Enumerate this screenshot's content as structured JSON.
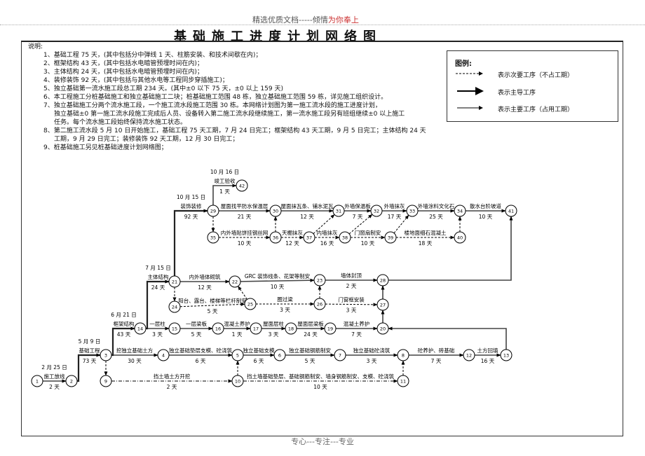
{
  "header": {
    "note_left": "精选优质文档-----倾情",
    "note_right": "为你奉上",
    "title": "基础施工进度计划网络图"
  },
  "notes": {
    "heading": "说明:",
    "lines": [
      "1、基础工程 75 天，(其中包括分中弹线 1 天、柱筋安装、和技术间歇在内)；",
      "2、框架结构 43 天，(其中包括水电暗管预埋时间在内)；",
      "3、主体结构 24 天，(其中包括水电暗管预埋时间在内)；",
      "4、装修装饰 92 天，(其中包括与其他水电等工程同步穿插施工)；",
      "5、独立基础第一流水施工段总工期 234 天。(其中±0 以下 75 天，±0 以上 159 天)",
      "6、本工程施工分桩基础施工和独立基础施工二块；桩基础施工范围 48 栋，独立基础施工范围 59 栋，详见施工组织设计。",
      "7、独立基础施工分两个流水施工段，一个施工流水段施工范围 30 栋。本网络计划图为第一施工流水段的施工进度计划，",
      "独立基础±0 第一施工流水段施工完成后人员、设备转入第二施工流水段继续施工，第一流水施工段另有班组继续±0 以上施工",
      "任务。每个流水施工段始终保持流水施工状态。",
      "8、第二施工流水段 5 月 10 日开始施工，基础工程 75 天工期，7 月 24 日完工；框架结构 43 天工期，9 月 5 日完工；主体结构 24 天",
      "工期，9 月 29 日完工；装修装饰 92 天工期，12 月 30 日完工；",
      "9、桩基础施工另见桩基础进度计划网络图；"
    ]
  },
  "legend": {
    "title": "图例:",
    "items": [
      {
        "style": "dummy",
        "label": "表示次要工序（不占工期）"
      },
      {
        "style": "main",
        "label": "表示主导工序"
      },
      {
        "style": "work",
        "label": "表示主要工序（占用工期）"
      }
    ]
  },
  "diagram": {
    "nodes": [
      "1",
      "2",
      "3",
      "4",
      "5",
      "6",
      "7",
      "8",
      "9",
      "10",
      "11",
      "12",
      "13",
      "14",
      "15",
      "16",
      "17",
      "18",
      "19",
      "20",
      "21",
      "22",
      "23",
      "24",
      "25",
      "26",
      "27",
      "28",
      "29",
      "30",
      "31",
      "32",
      "33",
      "34",
      "35",
      "36",
      "37",
      "38",
      "39",
      "40",
      "41",
      "42"
    ],
    "edges": [
      {
        "from": "1",
        "to": "2",
        "type": "work",
        "label": "施工放线",
        "duration": "2 天",
        "date": "2 月 25 日"
      },
      {
        "from": "2",
        "to": "3",
        "type": "main",
        "label": "基础工程",
        "duration": "73 天",
        "date": "5 月 9 日"
      },
      {
        "from": "3",
        "to": "4",
        "type": "work",
        "label": "挖独立基础土方",
        "duration": "30 天"
      },
      {
        "from": "4",
        "to": "5",
        "type": "work",
        "label": "独立基础垫层支模、砼浇筑",
        "duration": "6 天"
      },
      {
        "from": "5",
        "to": "6",
        "type": "work",
        "label": "独立基础支模",
        "duration": "6 天"
      },
      {
        "from": "6",
        "to": "7",
        "type": "work",
        "label": "独立基础钢筋制安",
        "duration": "5 天"
      },
      {
        "from": "7",
        "to": "8",
        "type": "work",
        "label": "独立基础砼浇筑",
        "duration": "3 天"
      },
      {
        "from": "8",
        "to": "12",
        "type": "work",
        "label": "砼养护、砖基础",
        "duration": "7 天"
      },
      {
        "from": "12",
        "to": "13",
        "type": "work",
        "label": "土方回填",
        "duration": "16 天"
      },
      {
        "from": "3",
        "to": "9",
        "type": "dummy"
      },
      {
        "from": "9",
        "to": "10",
        "type": "dashdot",
        "label": "挡土墙土方开挖",
        "duration": "2 天"
      },
      {
        "from": "10",
        "to": "11",
        "type": "dashdot",
        "label": "挡土墙基础垫层、基础钢筋制安、墙身钢筋制安、支模、砼浇筑",
        "duration": "10 天"
      },
      {
        "from": "10",
        "to": "5",
        "type": "dummy"
      },
      {
        "from": "11",
        "to": "8",
        "type": "dummy"
      },
      {
        "from": "3",
        "to": "14",
        "type": "main",
        "label": "框架结构",
        "duration": "43 天",
        "date": "6 月 21 日"
      },
      {
        "from": "14",
        "to": "15",
        "type": "work",
        "label": "一层柱",
        "duration": "3 天"
      },
      {
        "from": "15",
        "to": "16",
        "type": "work",
        "label": "一层梁板",
        "duration": "5 天"
      },
      {
        "from": "16",
        "to": "17",
        "type": "work",
        "label": "混凝土养护",
        "duration": "1 天"
      },
      {
        "from": "17",
        "to": "18",
        "type": "work",
        "label": "屋面层柱",
        "duration": "3 天"
      },
      {
        "from": "18",
        "to": "19",
        "type": "work",
        "label": "屋面层梁板",
        "duration": "24 天"
      },
      {
        "from": "19",
        "to": "20",
        "type": "work",
        "label": "混凝土养护",
        "duration": "7 天"
      },
      {
        "from": "13",
        "to": "20",
        "type": "work"
      },
      {
        "from": "20",
        "to": "27",
        "type": "work"
      },
      {
        "from": "27",
        "to": "28",
        "type": "work"
      },
      {
        "from": "14",
        "to": "21",
        "type": "main",
        "label": "主体结构",
        "duration": "24 天",
        "date": "7 月 15 日"
      },
      {
        "from": "21",
        "to": "22",
        "type": "work",
        "label": "内外墙体砌筑",
        "duration": "12 天"
      },
      {
        "from": "22",
        "to": "23",
        "type": "work",
        "label": "GRC 装饰线条、花架等制安",
        "duration": "10 天"
      },
      {
        "from": "23",
        "to": "28",
        "type": "work",
        "label": "墙体封顶",
        "duration": "2 天"
      },
      {
        "from": "21",
        "to": "24",
        "type": "dummy"
      },
      {
        "from": "24",
        "to": "25",
        "type": "dummy",
        "label": "阳台、露台、楼梯等栏杆制安",
        "duration": "5 天"
      },
      {
        "from": "25",
        "to": "22",
        "type": "dummy"
      },
      {
        "from": "25",
        "to": "26",
        "type": "dummy",
        "label": "圈过梁",
        "duration": "3 天"
      },
      {
        "from": "26",
        "to": "23",
        "type": "dummy"
      },
      {
        "from": "26",
        "to": "27",
        "type": "dummy",
        "label": "门窗框安装",
        "duration": "3 天"
      },
      {
        "from": "28",
        "to": "41",
        "type": "work"
      },
      {
        "from": "21",
        "to": "29",
        "type": "main",
        "label": "装饰装修",
        "duration": "92 天",
        "date": "10 月 15 日"
      },
      {
        "from": "29",
        "to": "42",
        "type": "work",
        "label": "竣工验收",
        "duration": "1 天",
        "date": "10 月 16 日"
      },
      {
        "from": "29",
        "to": "30",
        "type": "work",
        "label": "屋面找平防水保温层",
        "duration": "21 天"
      },
      {
        "from": "30",
        "to": "31",
        "type": "work",
        "label": "屋面抹瓦条、铺水泥瓦",
        "duration": "12 天"
      },
      {
        "from": "31",
        "to": "32",
        "type": "work",
        "label": "外墙保温板",
        "duration": "7 天"
      },
      {
        "from": "32",
        "to": "33",
        "type": "work",
        "label": "外墙抹灰",
        "duration": "17 天"
      },
      {
        "from": "33",
        "to": "34",
        "type": "work",
        "label": "外墙涂料文化石",
        "duration": "25 天"
      },
      {
        "from": "34",
        "to": "41",
        "type": "work",
        "label": "散水台阶坡道",
        "duration": "10 天"
      },
      {
        "from": "29",
        "to": "35",
        "type": "dummy"
      },
      {
        "from": "35",
        "to": "36",
        "type": "dummy",
        "label": "内外墙贴饼挂钢丝网",
        "duration": "10 天"
      },
      {
        "from": "36",
        "to": "30",
        "type": "dummy"
      },
      {
        "from": "36",
        "to": "37",
        "type": "dummy",
        "label": "天棚抹灰",
        "duration": "12 天"
      },
      {
        "from": "37",
        "to": "38",
        "type": "dummy",
        "label": "内墙抹灰",
        "duration": "16 天"
      },
      {
        "from": "38",
        "to": "39",
        "type": "dummy",
        "label": "门窗扇制安",
        "duration": "10 天"
      },
      {
        "from": "39",
        "to": "40",
        "type": "dummy",
        "label": "楼地面细石混凝土",
        "duration": "18 天"
      },
      {
        "from": "37",
        "to": "31",
        "type": "dummy"
      },
      {
        "from": "38",
        "to": "32",
        "type": "dummy"
      },
      {
        "from": "39",
        "to": "33",
        "type": "dummy"
      },
      {
        "from": "40",
        "to": "34",
        "type": "dummy"
      }
    ]
  },
  "footer": "专心---专注---专业"
}
